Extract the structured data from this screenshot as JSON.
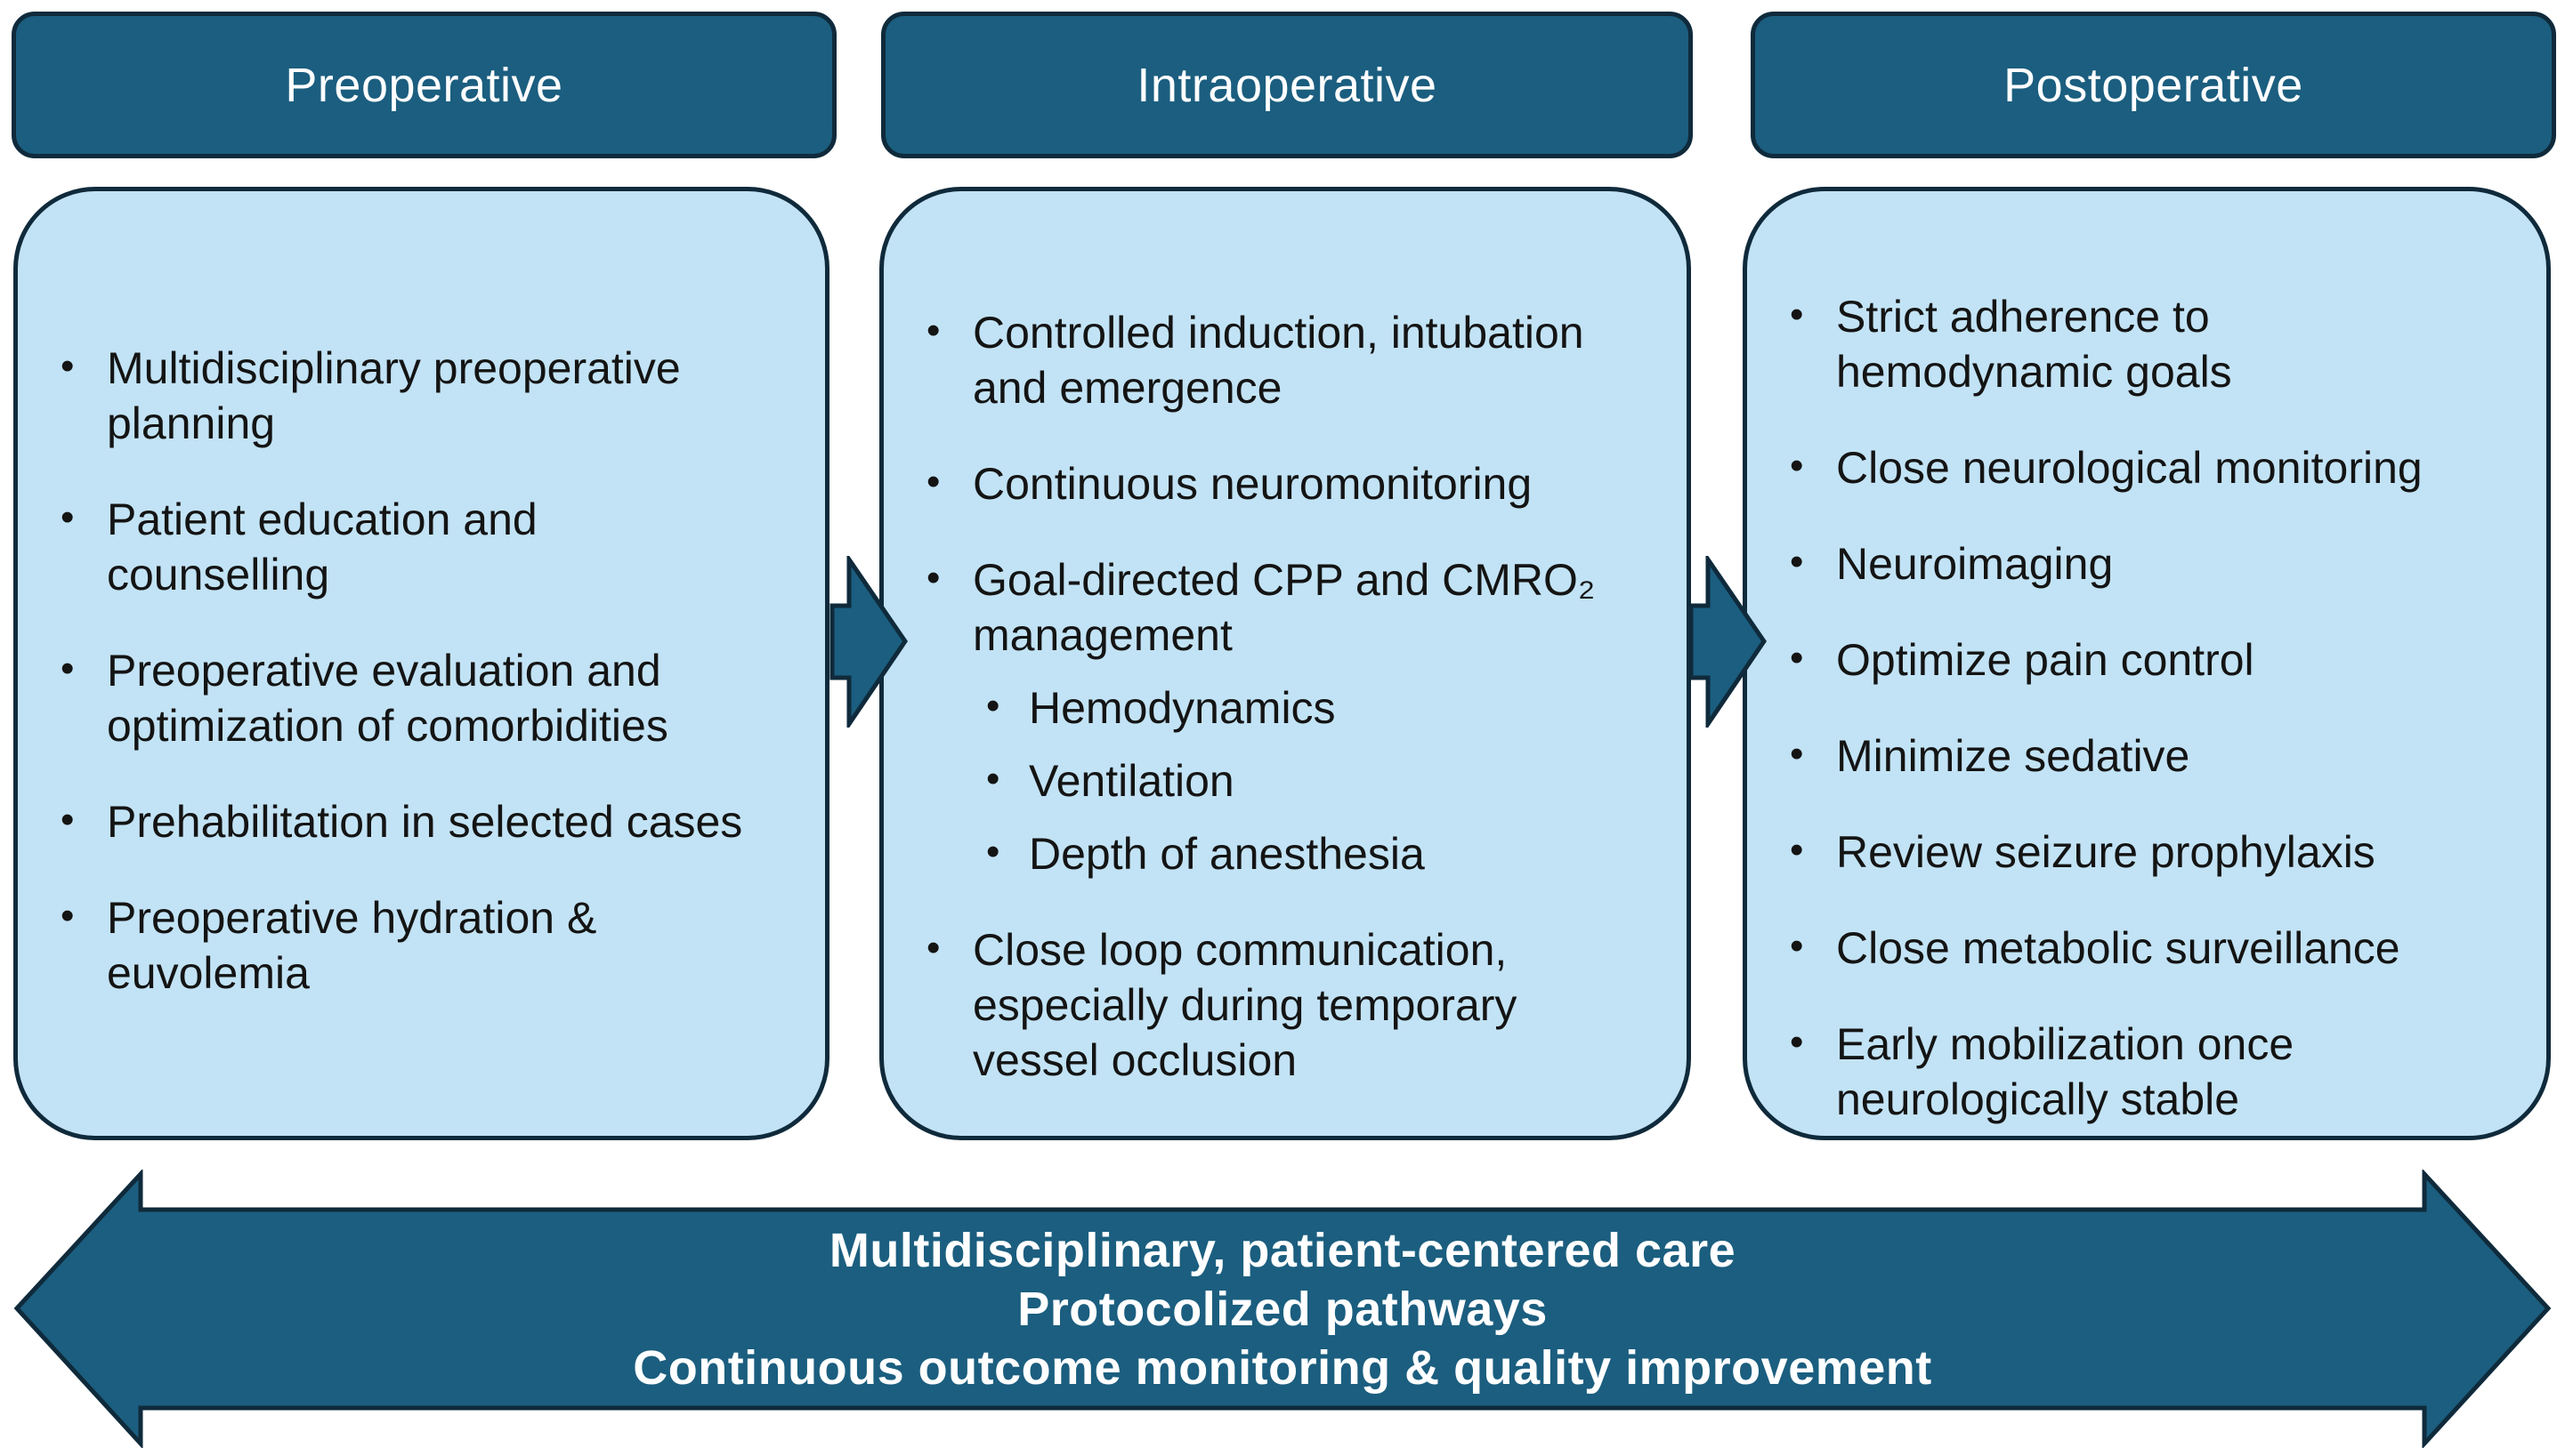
{
  "colors": {
    "teal": "#1B5E7F",
    "outline": "#0F2A3B",
    "panel": "#C2E3F5",
    "ink": "#141414",
    "paper": "#FFFFFF"
  },
  "bullet_glyph": "•",
  "columns": [
    {
      "id": "preoperative",
      "header": "Preoperative",
      "bullets": [
        {
          "level": 1,
          "text": "Multidisciplinary preoperative planning"
        },
        {
          "level": 1,
          "text": "Patient education and counselling"
        },
        {
          "level": 1,
          "text": "Preoperative evaluation and optimization of comorbidities"
        },
        {
          "level": 1,
          "text": "Prehabilitation in selected cases"
        },
        {
          "level": 1,
          "text": "Preoperative hydration & euvolemia"
        }
      ]
    },
    {
      "id": "intraoperative",
      "header": "Intraoperative",
      "bullets": [
        {
          "level": 1,
          "text": "Controlled induction, intubation and emergence"
        },
        {
          "level": 1,
          "text": "Continuous neuromonitoring"
        },
        {
          "level": 1,
          "text": "Goal-directed CPP and CMRO₂ management"
        },
        {
          "level": 2,
          "text": "Hemodynamics"
        },
        {
          "level": 2,
          "text": "Ventilation"
        },
        {
          "level": 2,
          "text": "Depth of anesthesia"
        },
        {
          "level": 1,
          "text": "Close loop communication, especially during temporary vessel occlusion"
        }
      ]
    },
    {
      "id": "postoperative",
      "header": "Postoperative",
      "bullets": [
        {
          "level": 1,
          "text": "Strict adherence to hemodynamic goals"
        },
        {
          "level": 1,
          "text": "Close neurological monitoring"
        },
        {
          "level": 1,
          "text": "Neuroimaging"
        },
        {
          "level": 1,
          "text": "Optimize pain control"
        },
        {
          "level": 1,
          "text": "Minimize sedative"
        },
        {
          "level": 1,
          "text": "Review seizure prophylaxis"
        },
        {
          "level": 1,
          "text": "Close metabolic surveillance"
        },
        {
          "level": 1,
          "text": "Early mobilization once neurologically stable"
        }
      ]
    }
  ],
  "footer": {
    "lines": [
      "Multidisciplinary, patient-centered care",
      "Protocolized pathways",
      "Continuous outcome monitoring & quality improvement"
    ]
  }
}
